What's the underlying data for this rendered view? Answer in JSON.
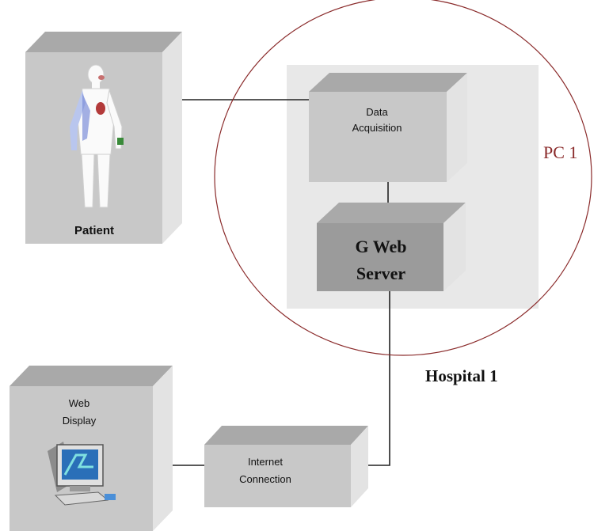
{
  "nodes": {
    "patient": {
      "label": "Patient"
    },
    "data_acquisition": {
      "line1": "Data",
      "line2": "Acquisition"
    },
    "web_server": {
      "line1": "G Web",
      "line2": "Server"
    },
    "web_display": {
      "line1": "Web",
      "line2": "Display"
    },
    "internet": {
      "line1": "Internet",
      "line2": "Connection"
    }
  },
  "labels": {
    "pc": "PC 1",
    "hospital": "Hospital 1"
  },
  "colors": {
    "box_front": "#c8c8c8",
    "box_top": "#a9a9a9",
    "box_side": "#e3e3e3",
    "server_front": "#9b9b9b",
    "pc_panel": "#e8e8e8",
    "ellipse_stroke": "#8a2a2a",
    "pc_label": "#8a2a2a",
    "line": "#222222"
  }
}
